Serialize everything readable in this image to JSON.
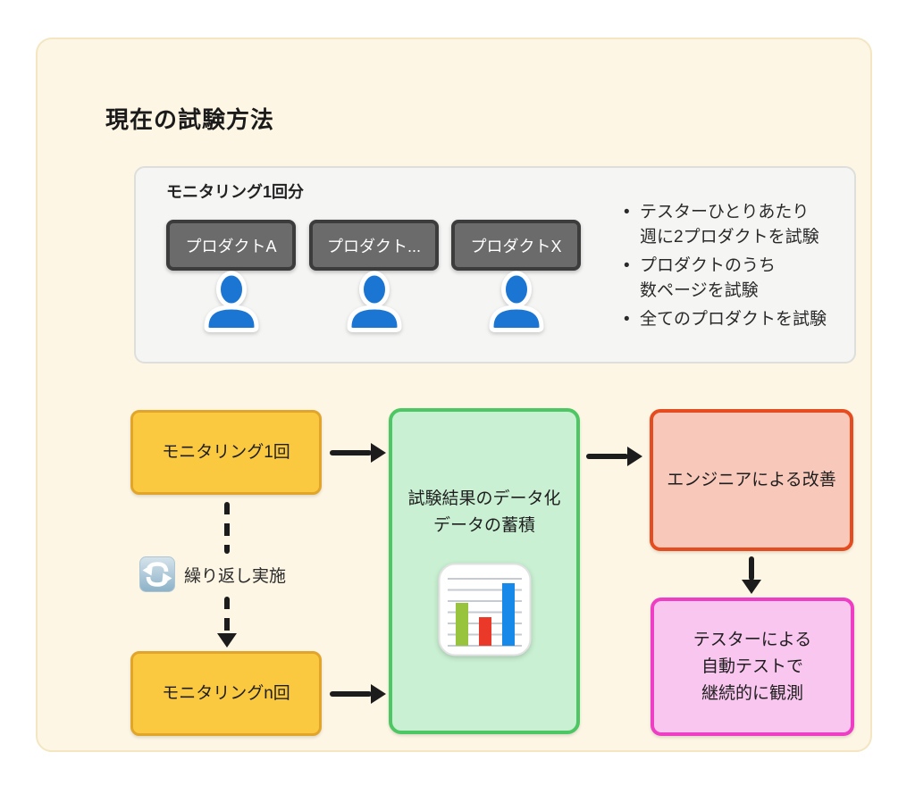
{
  "title": "現在の試験方法",
  "monitoring_panel": {
    "title": "モニタリング1回分",
    "products": [
      {
        "label": "プロダクトA"
      },
      {
        "label": "プロダクト..."
      },
      {
        "label": "プロダクトX"
      }
    ],
    "notes": [
      "テスターひとりあたり\n週に2プロダクトを試験",
      "プロダクトのうち\n数ページを試験",
      "全てのプロダクトを試験"
    ]
  },
  "flow": {
    "monitoring_once_label": "モニタリング1回",
    "monitoring_n_label": "モニタリングn回",
    "repeat_label": "繰り返し実施",
    "data_box_label": "試験結果のデータ化\nデータの蓄積",
    "engineer_box_label": "エンジニアによる改善",
    "tester_box_label": "テスターによる\n自動テストで\n継続的に観測"
  },
  "icons": {
    "person": "person-icon",
    "repeat": "repeat-icon",
    "bar_chart": "bar-chart-icon"
  },
  "colors": {
    "container_bg": "#FDF6E4",
    "container_border": "#F4E6C2",
    "panel_bg": "#F5F5F4",
    "panel_border": "#DEDEDC",
    "product_box_bg": "#6B6B6B",
    "product_box_border": "#3C3C3C",
    "person_blue": "#1B76D3",
    "monitoring_box_bg": "#FAC93F",
    "monitoring_box_border": "#E2A52B",
    "data_box_bg": "#C9F0D2",
    "data_box_border": "#4CC763",
    "engineer_box_bg": "#F8C9BA",
    "engineer_box_border": "#E54C1F",
    "tester_box_bg": "#F9C6EF",
    "tester_box_border": "#EE3EC4",
    "arrow": "#1C1C1C",
    "chart_bar_green": "#97C33D",
    "chart_bar_red": "#EA3829",
    "chart_bar_blue": "#1689E9"
  }
}
